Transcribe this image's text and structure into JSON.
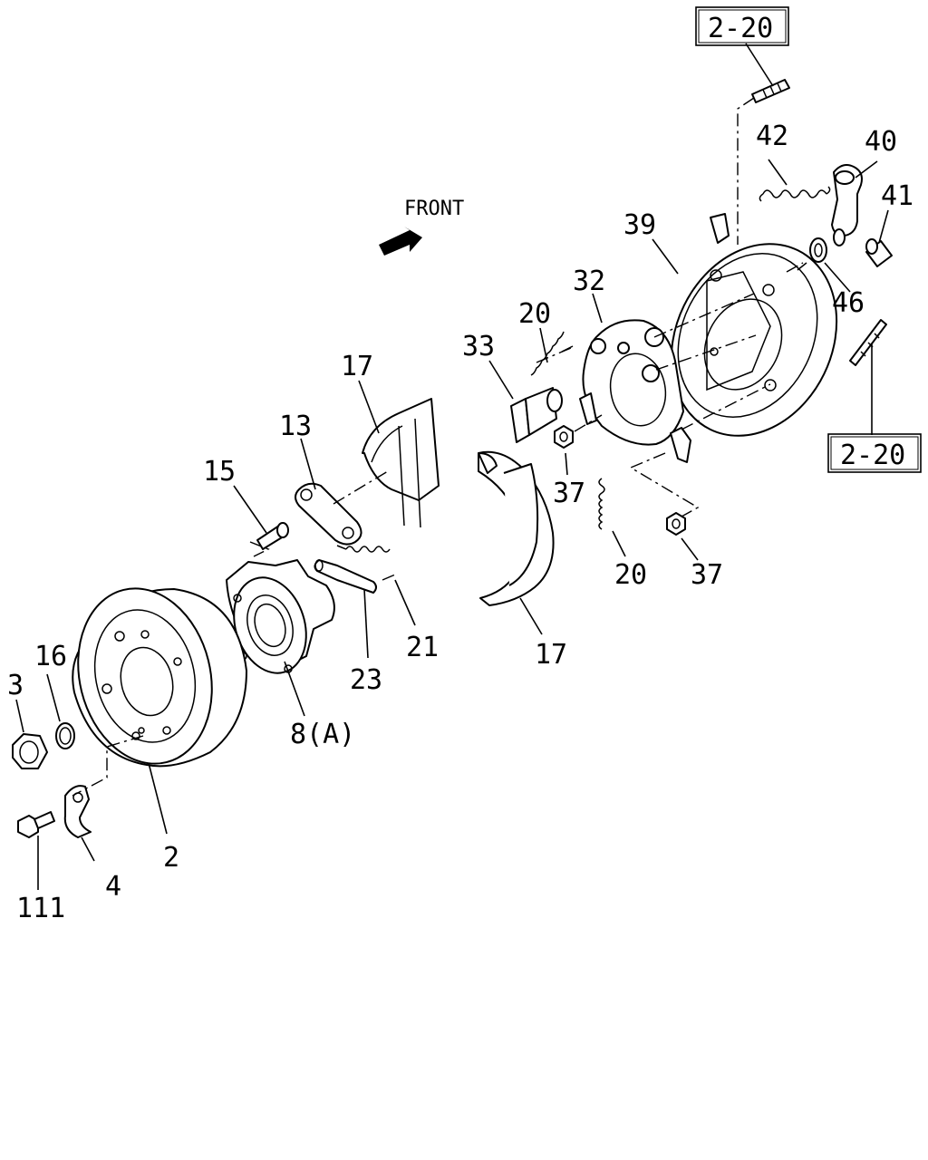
{
  "front_label": "FRONT",
  "ref_labels": [
    "2-20",
    "2-20"
  ],
  "callouts": [
    "2",
    "3",
    "4",
    "8(A)",
    "111",
    "13",
    "15",
    "16",
    "17",
    "17",
    "20",
    "20",
    "21",
    "23",
    "32",
    "33",
    "37",
    "37",
    "39",
    "40",
    "41",
    "42",
    "46"
  ]
}
